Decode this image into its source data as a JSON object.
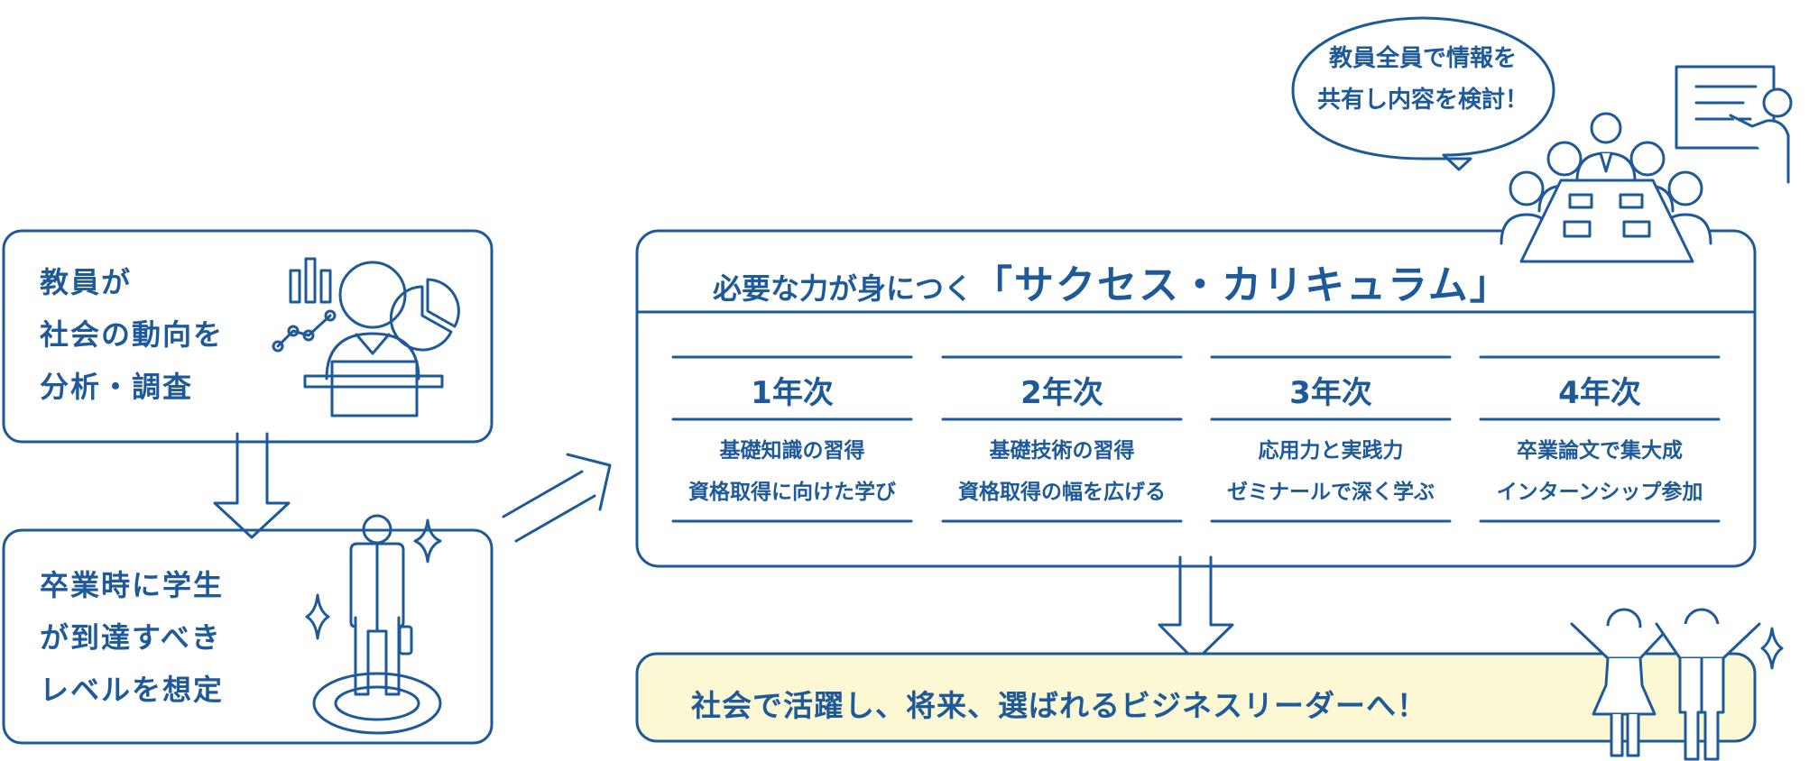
{
  "colors": {
    "primary": "#1e5a99",
    "goal_bg": "#fdf8d4",
    "background": "#ffffff"
  },
  "left_top": {
    "lines": [
      "教員が",
      "社会の動向を",
      "分析・調査"
    ]
  },
  "left_bottom": {
    "lines": [
      "卒業時に学生",
      "が到達すべき",
      "レベルを想定"
    ]
  },
  "bubble": {
    "lines": [
      "教員全員で情報を",
      "共有し内容を検討！"
    ]
  },
  "curriculum": {
    "title_prefix": "必要な力が身につく",
    "title_main": "「サクセス・カリキュラム」",
    "years": [
      {
        "label": "1年次",
        "lines": [
          "基礎知識の習得",
          "資格取得に向けた学び"
        ]
      },
      {
        "label": "2年次",
        "lines": [
          "基礎技術の習得",
          "資格取得の幅を広げる"
        ]
      },
      {
        "label": "3年次",
        "lines": [
          "応用力と実践力",
          "ゼミナールで深く学ぶ"
        ]
      },
      {
        "label": "4年次",
        "lines": [
          "卒業論文で集大成",
          "インターンシップ参加"
        ]
      }
    ]
  },
  "goal": {
    "text": "社会で活躍し、将来、選ばれるビジネスリーダーへ！"
  },
  "icons": [
    "analysis-person-icon",
    "standing-student-icon",
    "sparkle-icon",
    "meeting-icon",
    "celebrating-people-icon",
    "arrow-down-icon",
    "arrow-diagonal-icon"
  ]
}
